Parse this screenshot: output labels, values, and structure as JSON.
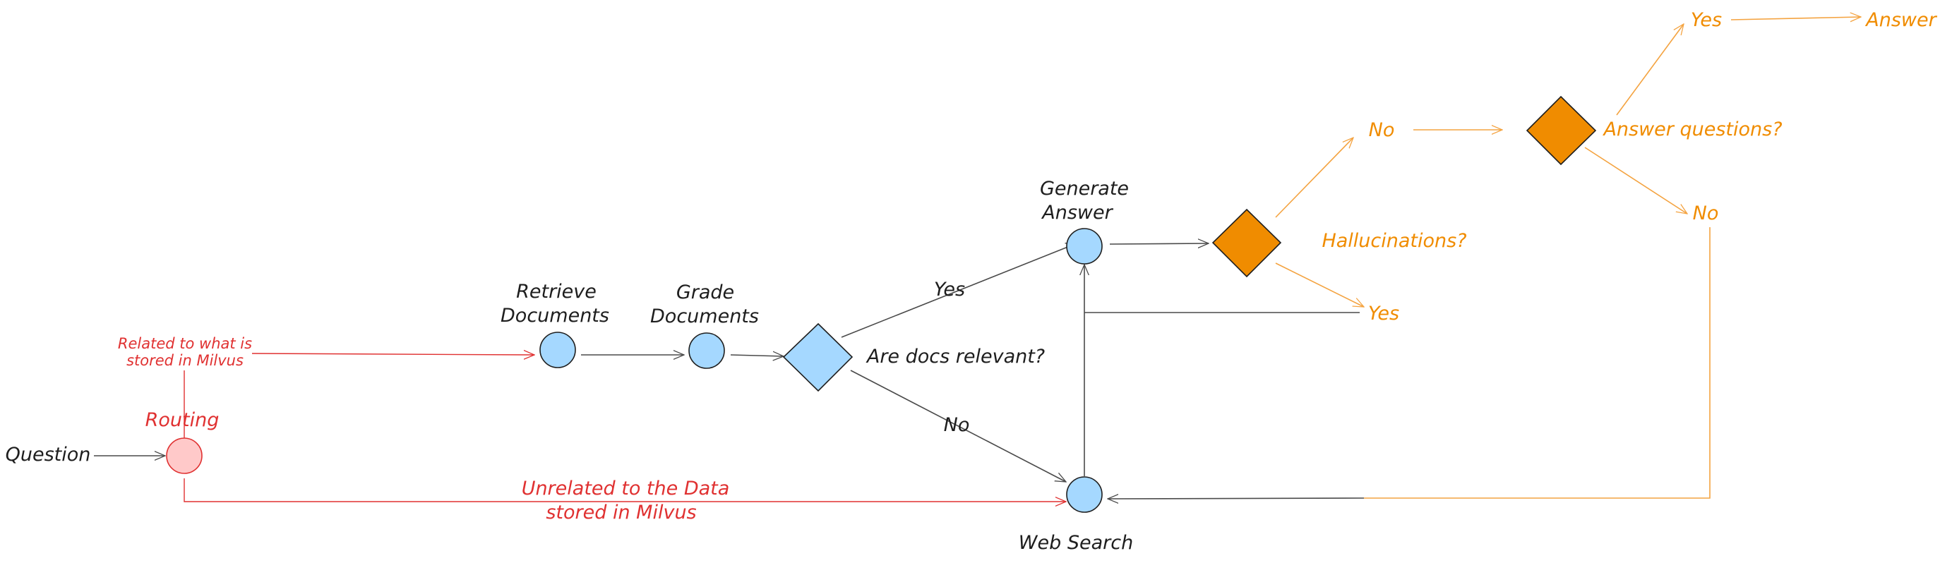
{
  "labels": {
    "question": "Question",
    "routing": "Routing",
    "related_line1": "Related to what is",
    "related_line2": "stored in Milvus",
    "unrelated_line1": "Unrelated to the Data",
    "unrelated_line2": "stored in Milvus",
    "retrieve_line1": "Retrieve",
    "retrieve_line2": "Documents",
    "grade_line1": "Grade",
    "grade_line2": "Documents",
    "docs_relevant": "Are docs relevant?",
    "yes_relevant": "Yes",
    "no_relevant": "No",
    "generate_line1": "Generate",
    "generate_line2": "Answer",
    "web_search": "Web Search",
    "hallucinations": "Hallucinations?",
    "no_hallucination": "No",
    "yes_hallucination": "Yes",
    "answer_questions": "Answer questions?",
    "yes_answer": "Yes",
    "no_answer": "No",
    "answer": "Answer"
  },
  "colors": {
    "black": "#1e1e1e",
    "red": "#e03131",
    "orange": "#f08c00",
    "blue_fill": "#a5d8ff",
    "red_fill": "#ffc9c9"
  }
}
